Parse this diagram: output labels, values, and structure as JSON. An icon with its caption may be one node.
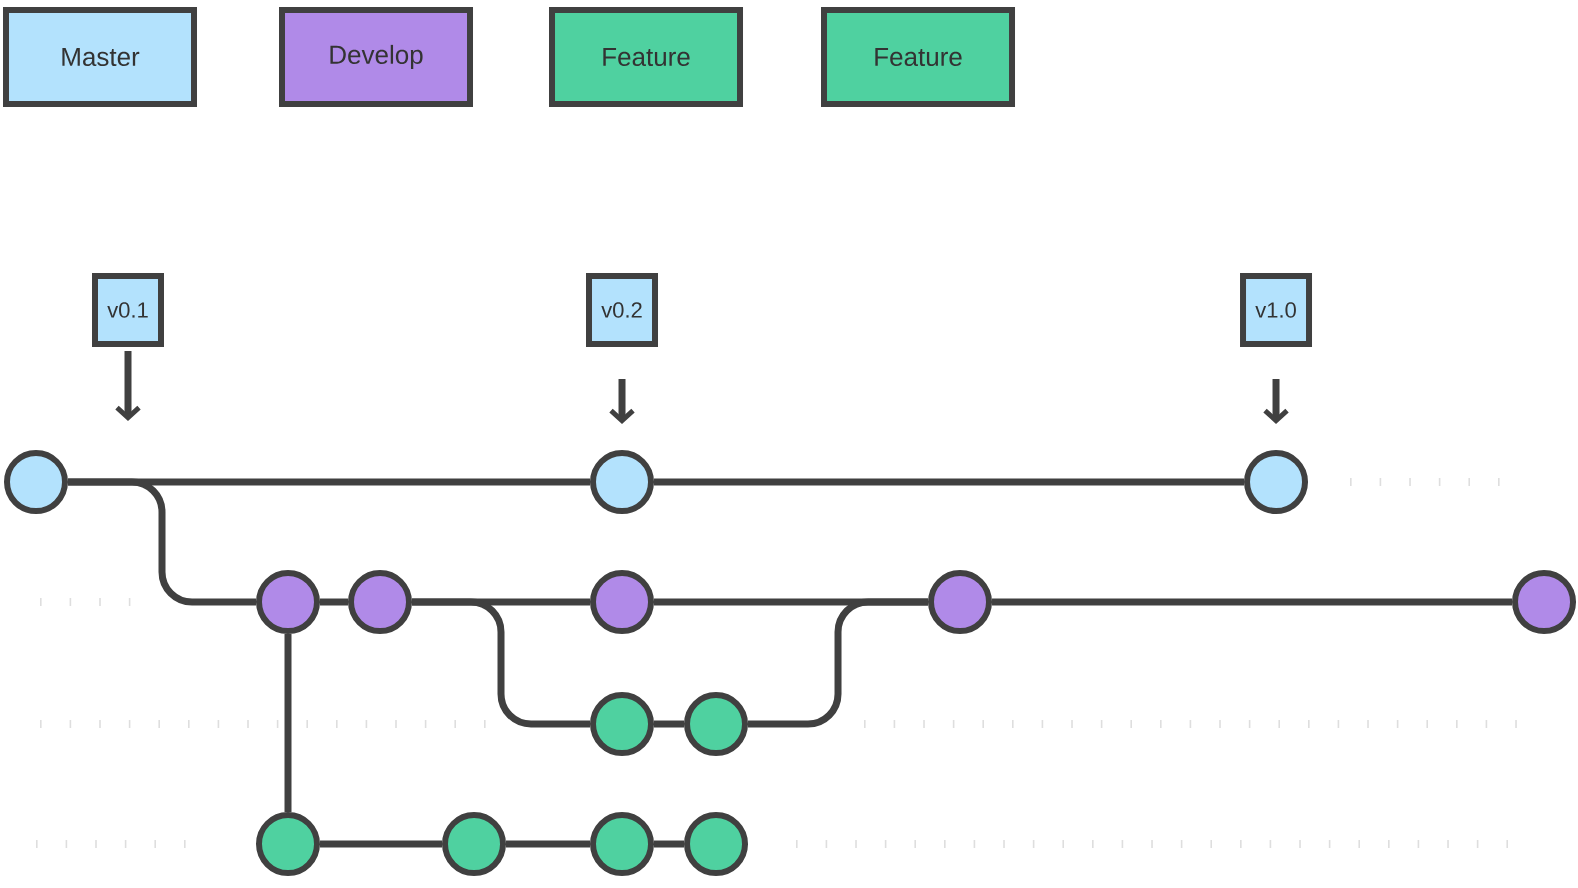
{
  "diagram": {
    "nodes": [
      {
        "text": [
          "v0.1"
        ]
      },
      {
        "text": [
          "v0.2"
        ]
      },
      {
        "text": [
          "v1.0"
        ]
      },
      {
        "text": [],
        "shape": "circle"
      },
      {
        "text": [],
        "shape": "circle"
      },
      {
        "text": [],
        "shape": "circle"
      },
      {
        "text": [],
        "shape": "circle"
      },
      {
        "text": [],
        "shape": "circle"
      },
      {
        "text": [],
        "shape": "circle"
      },
      {
        "text": [],
        "shape": "circle"
      },
      {
        "text": [],
        "shape": "circle"
      },
      {
        "text": [],
        "shape": "circle"
      },
      {
        "text": [],
        "shape": "circle"
      },
      {
        "text": [],
        "shape": "circle"
      },
      {
        "text": [],
        "shape": "circle"
      },
      {
        "text": [],
        "shape": "circle"
      },
      {
        "text": [],
        "shape": "circle"
      }
    ],
    "edges": [
      {
        "from": 0,
        "to": null,
        "arrow": "to"
      },
      {
        "from": 1,
        "to": 4,
        "arrow": "to"
      },
      {
        "from": 2,
        "to": 5,
        "arrow": "to"
      },
      {
        "from": 3,
        "to": 4,
        "arrow": "none"
      },
      {
        "from": 4,
        "to": 5,
        "arrow": "none"
      },
      {
        "from": 3,
        "to": 6,
        "arrow": "none"
      },
      {
        "from": 6,
        "to": 7,
        "arrow": "none"
      },
      {
        "from": 7,
        "to": 8,
        "arrow": "none"
      },
      {
        "from": 8,
        "to": 9,
        "arrow": "none"
      },
      {
        "from": 9,
        "to": 10,
        "arrow": "none"
      },
      {
        "from": 7,
        "to": 11,
        "arrow": "none"
      },
      {
        "from": 11,
        "to": 12,
        "arrow": "none"
      },
      {
        "from": 12,
        "to": 9,
        "arrow": "none"
      },
      {
        "from": 6,
        "to": 13,
        "arrow": "none"
      },
      {
        "from": 13,
        "to": 14,
        "arrow": "none"
      },
      {
        "from": 14,
        "to": 15,
        "arrow": "none"
      },
      {
        "from": 15,
        "to": 16,
        "arrow": "none"
      }
    ],
    "legend": [
      {
        "text": "Master",
        "color": "#b3e2fd"
      },
      {
        "text": "Develop",
        "color": "#b08ae8"
      },
      {
        "text": "Feature",
        "color": "#4fd1a0"
      },
      {
        "text": "Feature",
        "color": "#4fd1a0"
      }
    ]
  }
}
